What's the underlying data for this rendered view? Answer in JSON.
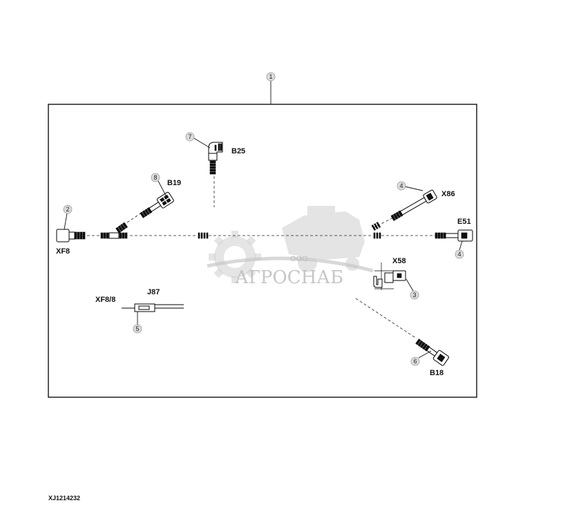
{
  "diagram": {
    "assembly_callout": "1",
    "components": [
      {
        "callout": "2",
        "label": "XF8"
      },
      {
        "callout": "8",
        "label": "B19"
      },
      {
        "callout": "7",
        "label": "B25"
      },
      {
        "callout": "4",
        "label": "X86"
      },
      {
        "callout": "4",
        "label": "E51"
      },
      {
        "callout": "3",
        "label": "X58"
      },
      {
        "callout": "6",
        "label": "B18"
      },
      {
        "callout": "5",
        "label": "J87",
        "sublabel": "XF8/8"
      }
    ],
    "watermark": {
      "top": "ООО",
      "main": "АГРОСНАБ"
    },
    "footer_code": "XJ1214232"
  }
}
